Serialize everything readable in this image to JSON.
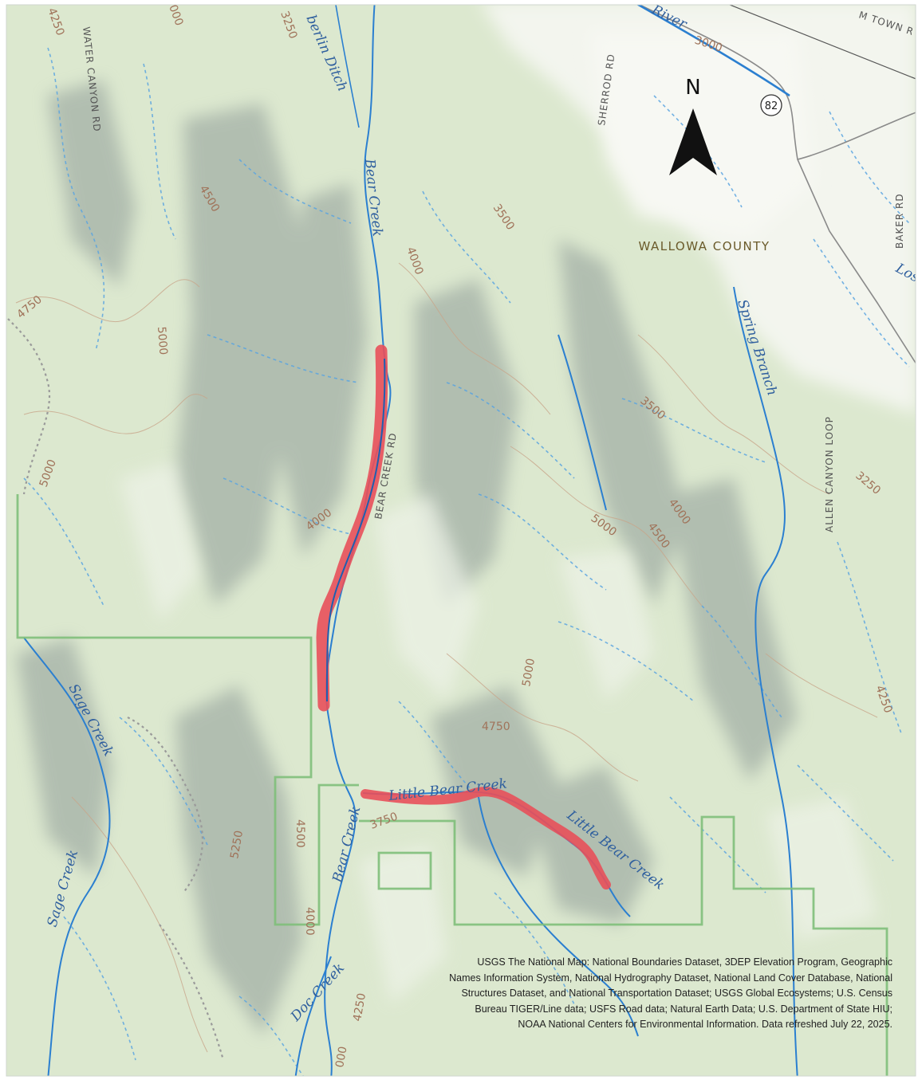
{
  "map": {
    "north_arrow": {
      "letter": "N"
    },
    "county_label": "WALLOWA COUNTY",
    "highway_shield": "82",
    "water_labels": {
      "bear_creek_north": "Bear Creek",
      "bear_creek_south": "Bear Creek",
      "little_bear_creek_a": "Little Bear Creek",
      "little_bear_creek_b": "Little Bear Creek",
      "spring_branch": "Spring Branch",
      "sage_creek_upper": "Sage Creek",
      "sage_creek_lower": "Sage Creek",
      "doc_creek": "Doc Creek",
      "chamberlin_ditch": "berlin Ditch",
      "river": "River"
    },
    "road_labels": {
      "water_canyon_rd": "WATER CANYON RD",
      "sherrod_rd": "SHERROD RD",
      "baker_rd": "BAKER RD",
      "allen_canyon_loop": "ALLEN CANYON LOOP",
      "bear_creek_rd": "BEAR CREEK RD",
      "town_rd": "M TOWN R"
    },
    "edge_fragment": "Los",
    "contour_labels": {
      "c1": "4250",
      "c2": "3250",
      "c3": "000",
      "c4": "3000",
      "c5": "4500",
      "c6": "3500",
      "c7": "4000",
      "c8": "4750",
      "c9": "5000",
      "c10": "5000",
      "c11": "4000",
      "c12": "3500",
      "c13": "4000",
      "c14": "4500",
      "c15": "5000",
      "c16": "3250",
      "c17": "5000",
      "c18": "4750",
      "c19": "4250",
      "c20": "3750",
      "c21": "4500",
      "c22": "5250",
      "c23": "4000",
      "c24": "4250",
      "c25": "000"
    },
    "colors": {
      "terrain": "#d9e6cc",
      "relief_shadow": "#8d9b97",
      "water": "#2b7fd0",
      "highlight": "#e8505a",
      "boundary": "#7fbf7a",
      "contour": "#c49a7a"
    }
  },
  "attribution": "USGS The National Map: National Boundaries Dataset, 3DEP Elevation Program, Geographic Names Information System, National Hydrography Dataset, National Land Cover Database, National Structures Dataset, and National Transportation Dataset; USGS Global Ecosystems; U.S. Census Bureau TIGER/Line data; USFS Road data; Natural Earth Data; U.S. Department of State HIU; NOAA National Centers for Environmental Information. Data refreshed July 22, 2025."
}
